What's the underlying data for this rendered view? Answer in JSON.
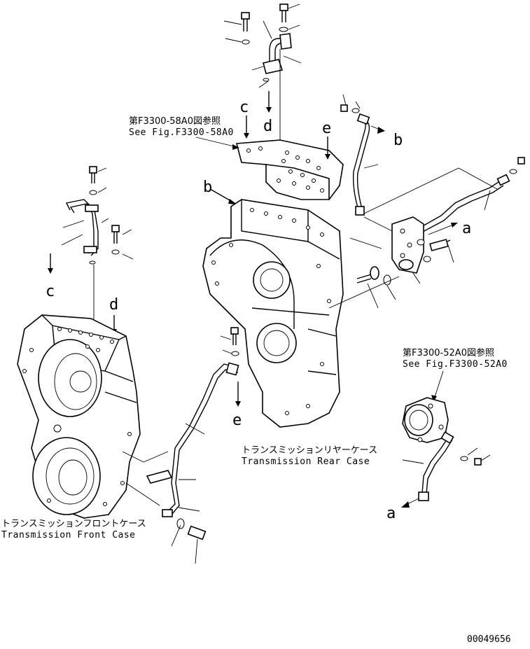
{
  "references": {
    "valve_ref_jp": "第F3300-58A0図参照",
    "valve_ref_en": "See Fig.F3300-58A0",
    "filter_ref_jp": "第F3300-52A0図参照",
    "filter_ref_en": "See Fig.F3300-52A0"
  },
  "cases": {
    "rear_jp": "トランスミッションリヤーケース",
    "rear_en": "Transmission Rear Case",
    "front_jp": "トランスミッションフロントケース",
    "front_en": "Transmission Front Case"
  },
  "connection_letters": {
    "a_right": "a",
    "a_bottom": "a",
    "b_pointer": "b",
    "b_top": "b",
    "c_top": "c",
    "c_left": "c",
    "d_top": "d",
    "d_left": "d",
    "e_top": "e",
    "e_bottom": "e"
  },
  "drawing_number": "00049656"
}
